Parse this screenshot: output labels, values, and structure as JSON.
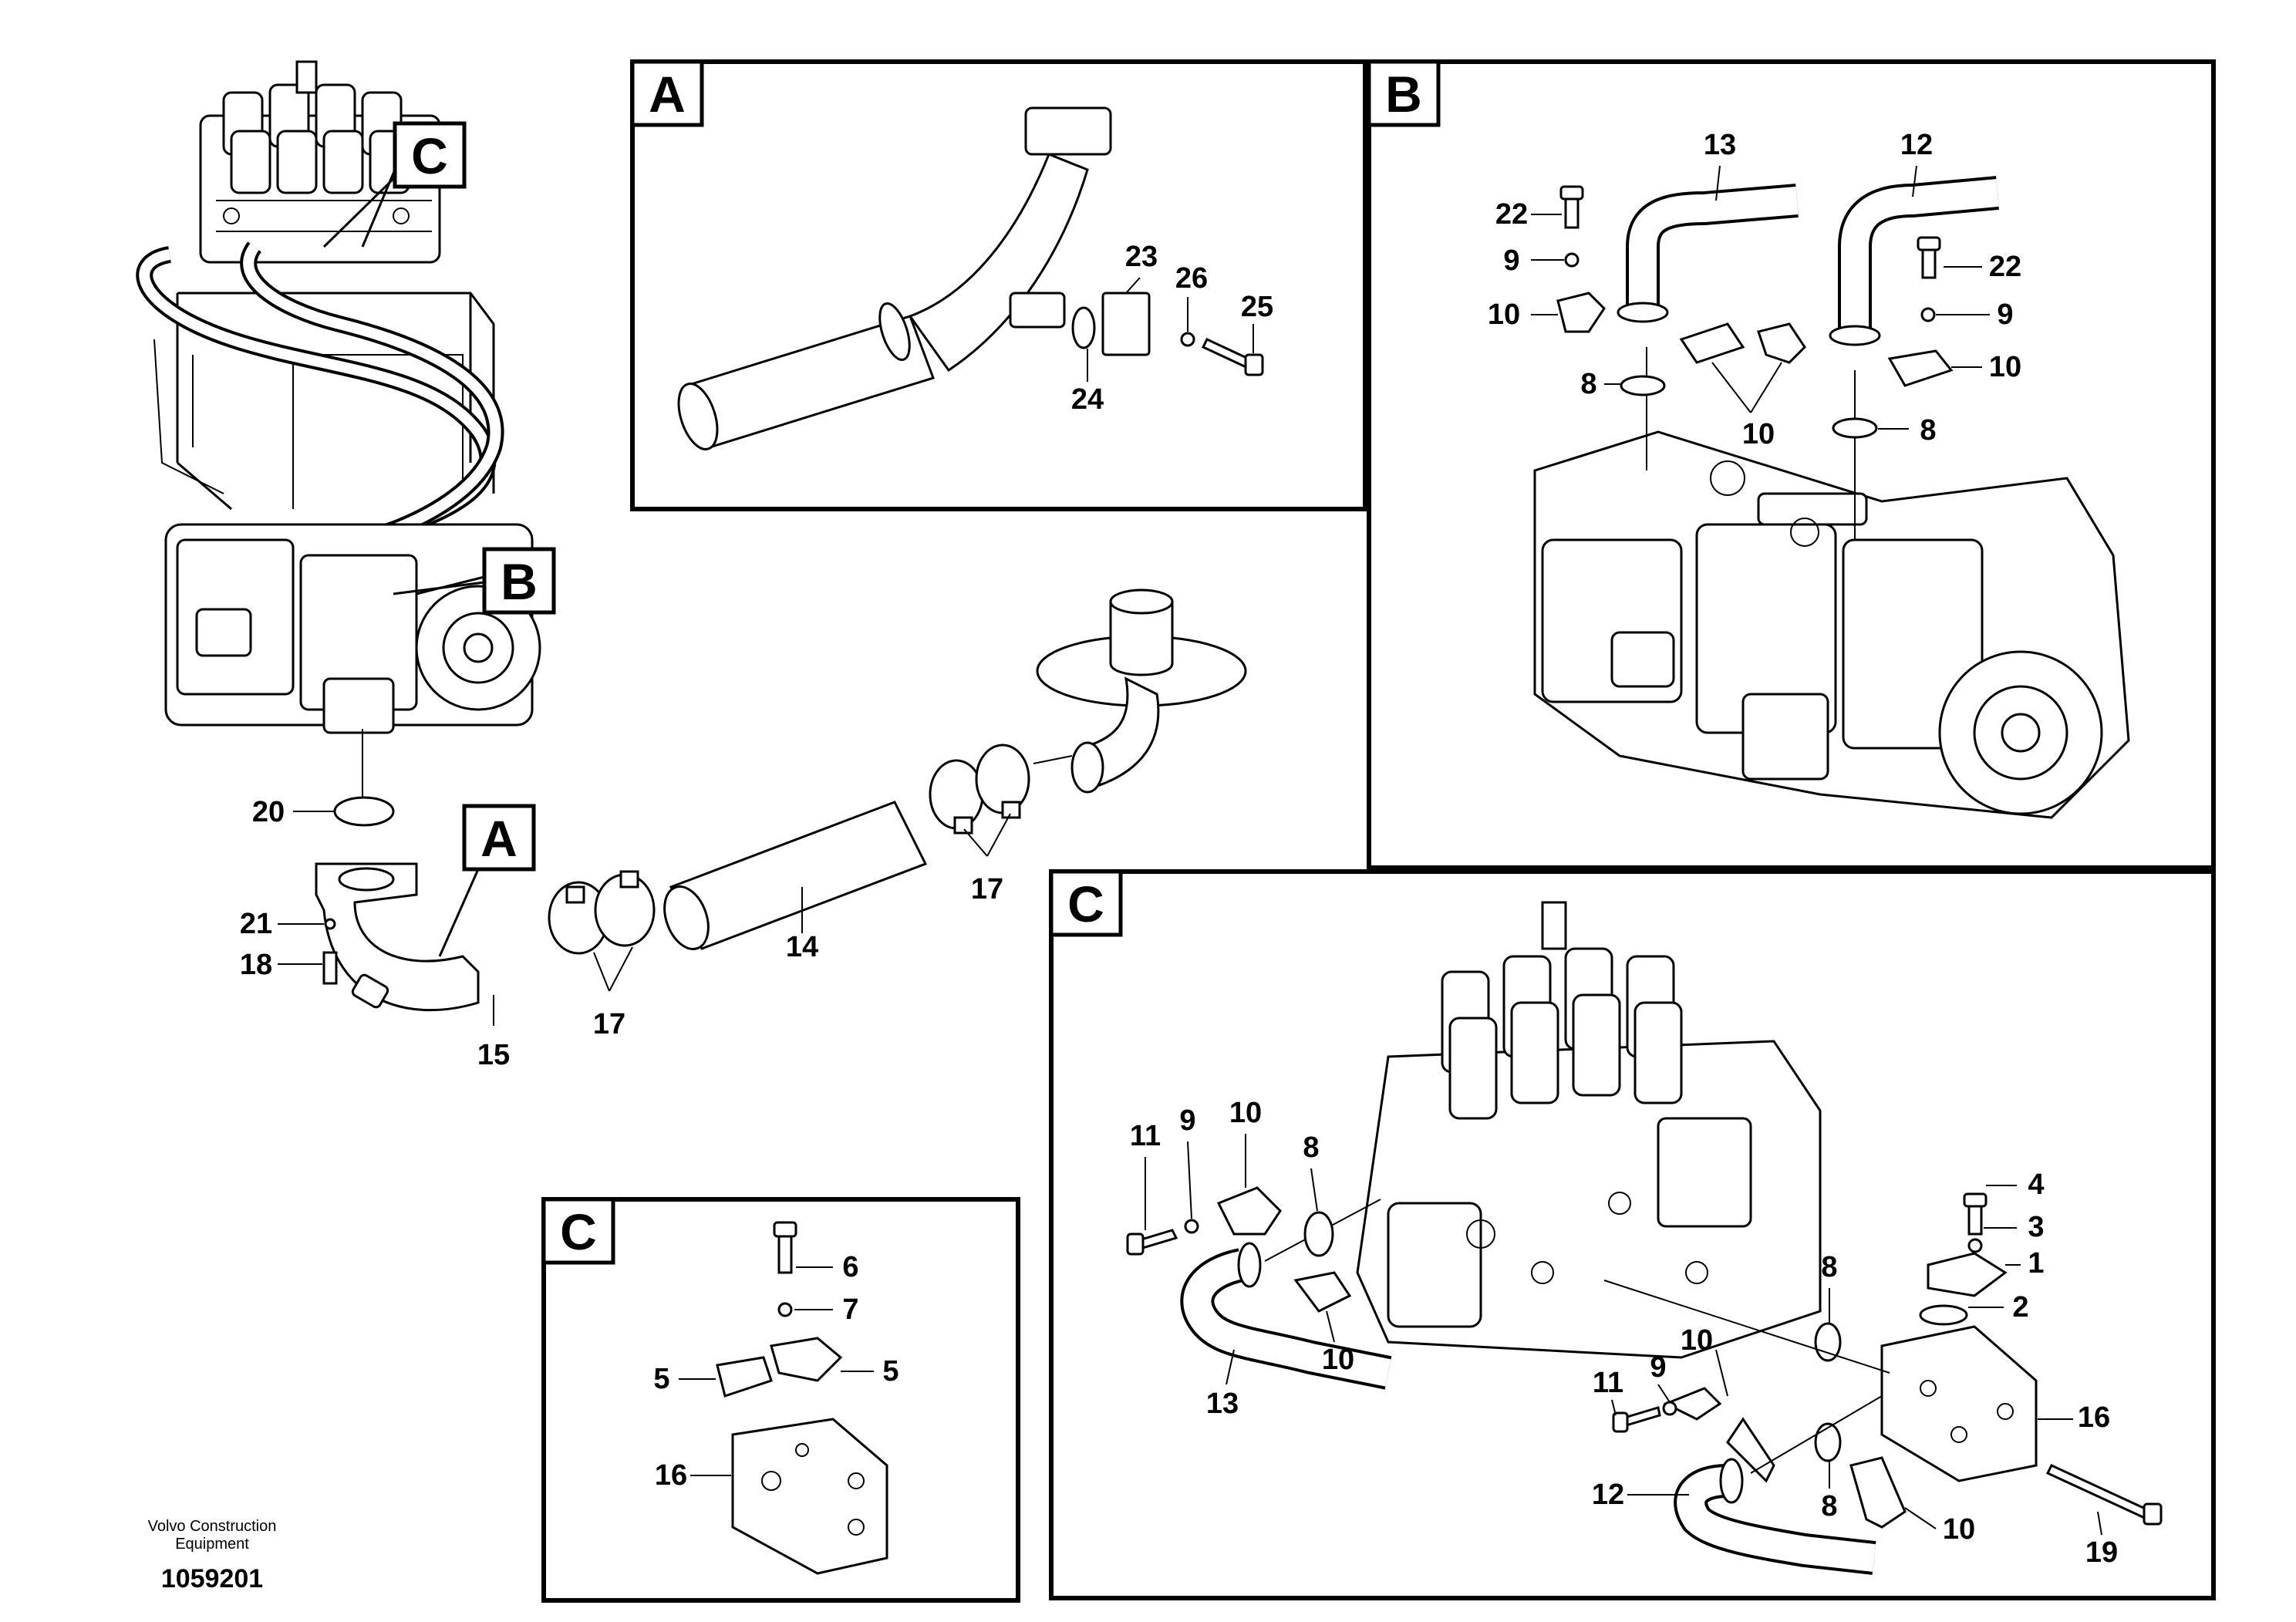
{
  "footer": {
    "brand_line1": "Volvo Construction",
    "brand_line2": "Equipment",
    "doc_number": "1059201"
  },
  "panels": {
    "A": {
      "label": "A"
    },
    "B": {
      "label": "B"
    },
    "C_main": {
      "label": "C"
    },
    "C_small": {
      "label": "C"
    }
  },
  "overview_labels": {
    "A": "A",
    "B": "B",
    "C": "C"
  },
  "callouts": {
    "p20": "20",
    "p21": "21",
    "p18": "18",
    "p15": "15",
    "p17a": "17",
    "p14": "14",
    "p17b": "17",
    "a23": "23",
    "a26": "26",
    "a25": "25",
    "a24": "24",
    "b13": "13",
    "b12": "12",
    "b22a": "22",
    "b9a": "9",
    "b10a": "10",
    "b8a": "8",
    "b10b": "10",
    "b22b": "22",
    "b9b": "9",
    "b10c": "10",
    "b8b": "8",
    "c10a": "10",
    "c9a": "9",
    "c11a": "11",
    "c8a": "8",
    "c10b": "10",
    "c13": "13",
    "c4": "4",
    "c3": "3",
    "c1": "1",
    "c2": "2",
    "c8b": "8",
    "c10c": "10",
    "c9b": "9",
    "c11b": "11",
    "c16": "16",
    "c12": "12",
    "c8c": "8",
    "c10d": "10",
    "c19": "19",
    "s6": "6",
    "s7": "7",
    "s5a": "5",
    "s5b": "5",
    "s16": "16"
  }
}
